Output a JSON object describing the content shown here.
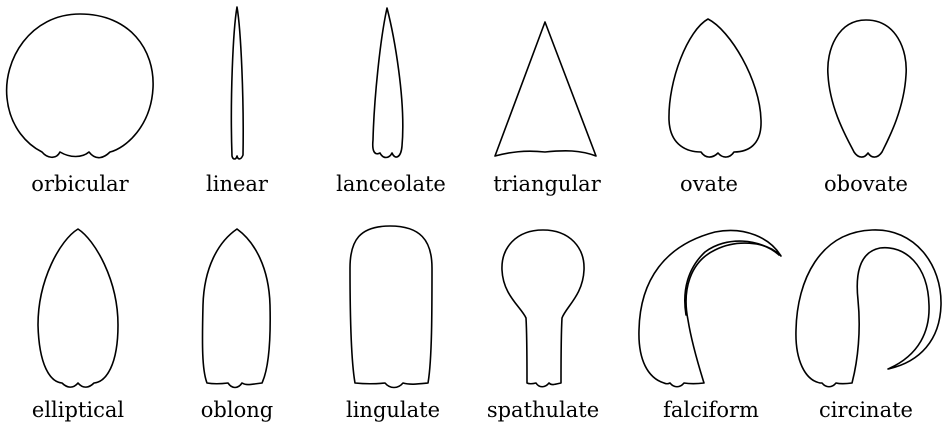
{
  "leaf_shapes": [
    {
      "key": "orbicular",
      "label": "orbicular"
    },
    {
      "key": "linear",
      "label": "linear"
    },
    {
      "key": "lanceolate",
      "label": "lanceolate"
    },
    {
      "key": "triangular",
      "label": "triangular"
    },
    {
      "key": "ovate",
      "label": "ovate"
    },
    {
      "key": "obovate",
      "label": "obovate"
    },
    {
      "key": "elliptical",
      "label": "elliptical"
    },
    {
      "key": "oblong",
      "label": "oblong"
    },
    {
      "key": "lingulate",
      "label": "lingulate"
    },
    {
      "key": "spathulate",
      "label": "spathulate"
    },
    {
      "key": "falciform",
      "label": "falciform"
    },
    {
      "key": "circinate",
      "label": "circinate"
    }
  ],
  "colors": {
    "stroke": "#000000",
    "background": "#ffffff"
  }
}
